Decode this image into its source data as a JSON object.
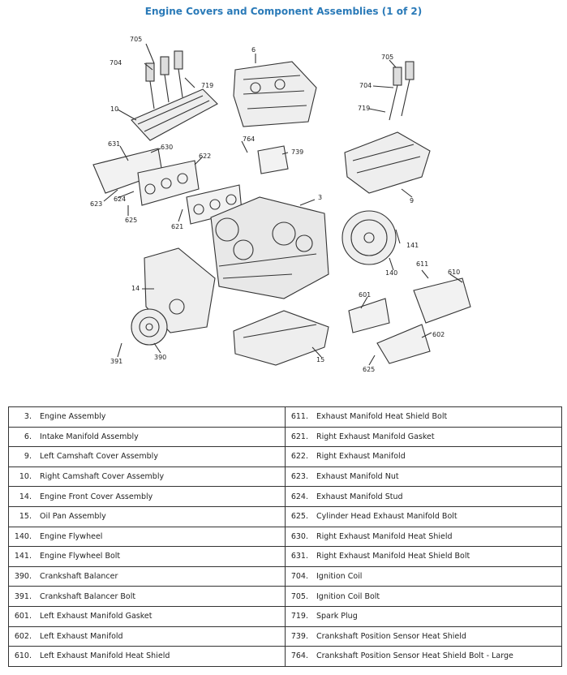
{
  "title": "Engine Covers and Component Assemblies (1 of 2)",
  "callouts": [
    "705",
    "704",
    "719",
    "10",
    "6",
    "705",
    "704",
    "719",
    "631",
    "630",
    "622",
    "764",
    "739",
    "623",
    "624",
    "625",
    "621",
    "3",
    "9",
    "141",
    "611",
    "610",
    "140",
    "14",
    "601",
    "602",
    "391",
    "390",
    "15",
    "625"
  ],
  "parts": [
    {
      "left": {
        "num": "3.",
        "name": "Engine Assembly"
      },
      "right": {
        "num": "611.",
        "name": "Exhaust Manifold Heat Shield Bolt"
      }
    },
    {
      "left": {
        "num": "6.",
        "name": "Intake Manifold Assembly"
      },
      "right": {
        "num": "621.",
        "name": "Right Exhaust Manifold Gasket"
      }
    },
    {
      "left": {
        "num": "9.",
        "name": "Left Camshaft Cover Assembly"
      },
      "right": {
        "num": "622.",
        "name": "Right Exhaust Manifold"
      }
    },
    {
      "left": {
        "num": "10.",
        "name": "Right Camshaft Cover Assembly"
      },
      "right": {
        "num": "623.",
        "name": "Exhaust Manifold Nut"
      }
    },
    {
      "left": {
        "num": "14.",
        "name": "Engine Front Cover Assembly"
      },
      "right": {
        "num": "624.",
        "name": "Exhaust Manifold Stud"
      }
    },
    {
      "left": {
        "num": "15.",
        "name": "Oil Pan Assembly"
      },
      "right": {
        "num": "625.",
        "name": "Cylinder Head Exhaust Manifold Bolt"
      }
    },
    {
      "left": {
        "num": "140.",
        "name": "Engine Flywheel"
      },
      "right": {
        "num": "630.",
        "name": "Right Exhaust Manifold Heat Shield"
      }
    },
    {
      "left": {
        "num": "141.",
        "name": "Engine Flywheel Bolt"
      },
      "right": {
        "num": "631.",
        "name": "Right Exhaust Manifold Heat Shield Bolt"
      }
    },
    {
      "left": {
        "num": "390.",
        "name": "Crankshaft Balancer"
      },
      "right": {
        "num": "704.",
        "name": "Ignition Coil"
      }
    },
    {
      "left": {
        "num": "391.",
        "name": "Crankshaft Balancer Bolt"
      },
      "right": {
        "num": "705.",
        "name": "Ignition Coil Bolt"
      }
    },
    {
      "left": {
        "num": "601.",
        "name": "Left Exhaust Manifold Gasket"
      },
      "right": {
        "num": "719.",
        "name": "Spark Plug"
      }
    },
    {
      "left": {
        "num": "602.",
        "name": "Left Exhaust Manifold"
      },
      "right": {
        "num": "739.",
        "name": "Crankshaft Position Sensor Heat Shield"
      }
    },
    {
      "left": {
        "num": "610.",
        "name": "Left Exhaust Manifold Heat Shield"
      },
      "right": {
        "num": "764.",
        "name": "Crankshaft Position Sensor Heat Shield Bolt - Large"
      }
    }
  ]
}
